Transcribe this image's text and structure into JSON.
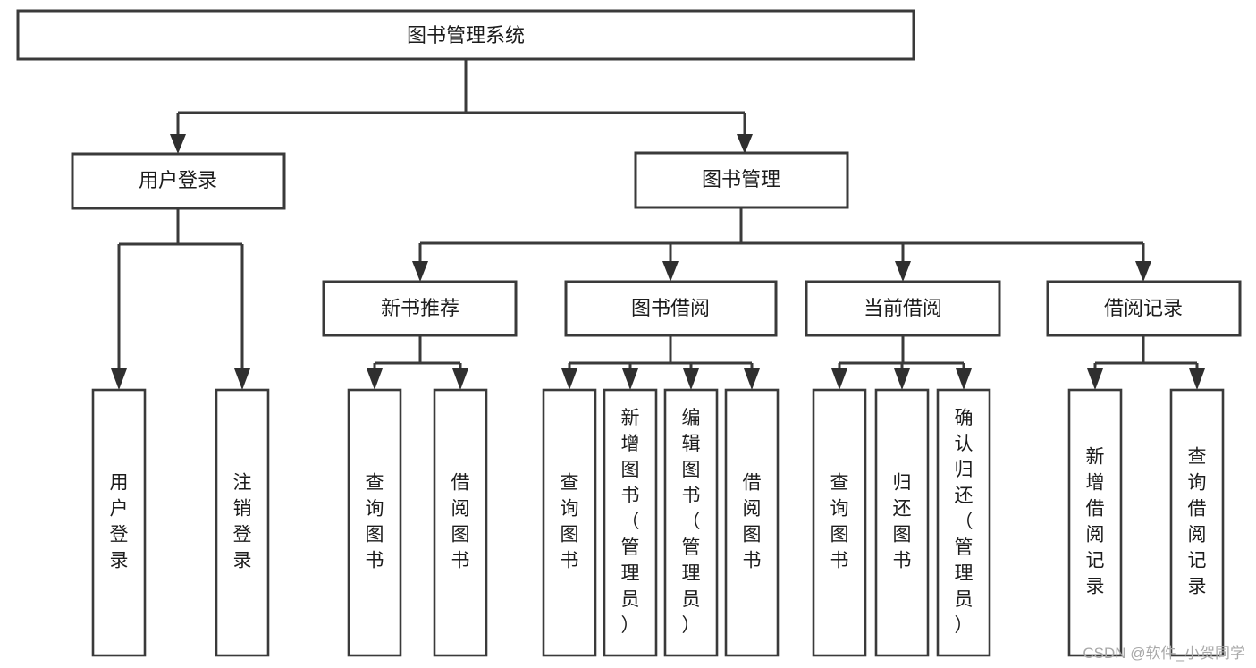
{
  "diagram": {
    "type": "tree-hierarchy",
    "title": "图书管理系统",
    "levels": 4,
    "root": {
      "id": "root",
      "label": "图书管理系统"
    },
    "level2": [
      {
        "id": "user-login",
        "label": "用户登录"
      },
      {
        "id": "book-manage",
        "label": "图书管理"
      }
    ],
    "level3": [
      {
        "id": "new-book-rec",
        "label": "新书推荐",
        "parent": "book-manage"
      },
      {
        "id": "book-borrow",
        "label": "图书借阅",
        "parent": "book-manage"
      },
      {
        "id": "current-borrow",
        "label": "当前借阅",
        "parent": "book-manage"
      },
      {
        "id": "borrow-record",
        "label": "借阅记录",
        "parent": "book-manage"
      }
    ],
    "leaves": {
      "user-login": [
        {
          "id": "leaf-user-login",
          "label": "用户登录"
        },
        {
          "id": "leaf-logout",
          "label": "注销登录"
        }
      ],
      "new-book-rec": [
        {
          "id": "leaf-query-book-1",
          "label": "查询图书"
        },
        {
          "id": "leaf-borrow-book-1",
          "label": "借阅图书"
        }
      ],
      "book-borrow": [
        {
          "id": "leaf-query-book-2",
          "label": "查询图书"
        },
        {
          "id": "leaf-add-book",
          "label": "新增图书（管理员）"
        },
        {
          "id": "leaf-edit-book",
          "label": "编辑图书（管理员）"
        },
        {
          "id": "leaf-borrow-book-2",
          "label": "借阅图书"
        }
      ],
      "current-borrow": [
        {
          "id": "leaf-query-book-3",
          "label": "查询图书"
        },
        {
          "id": "leaf-return-book",
          "label": "归还图书"
        },
        {
          "id": "leaf-confirm-return",
          "label": "确认归还（管理员）"
        }
      ],
      "borrow-record": [
        {
          "id": "leaf-add-record",
          "label": "新增借阅记录"
        },
        {
          "id": "leaf-query-record",
          "label": "查询借阅记录"
        }
      ]
    }
  },
  "watermark": {
    "text": "CSDN @软件_小贺同学"
  },
  "colors": {
    "stroke": "#3a3a3a",
    "fill": "#ffffff",
    "text": "#1c1c1c",
    "watermark": "#a8a8a8"
  }
}
